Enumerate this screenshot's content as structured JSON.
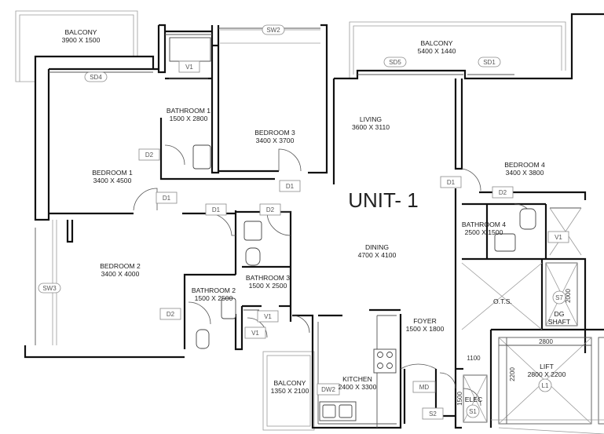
{
  "unit_title": "UNIT- 1",
  "rooms": [
    {
      "id": "balcony-nw",
      "name": "BALCONY",
      "size": "3900 X 1500"
    },
    {
      "id": "balcony-n",
      "name": "BALCONY",
      "size": "5400 X 1440"
    },
    {
      "id": "bathroom-1",
      "name": "BATHROOM 1",
      "size": "1500 X 2800"
    },
    {
      "id": "bedroom-3",
      "name": "BEDROOM 3",
      "size": "3400 X 3700"
    },
    {
      "id": "living",
      "name": "LIVING",
      "size": "3600 X 3110"
    },
    {
      "id": "bedroom-4",
      "name": "BEDROOM 4",
      "size": "3400 X 3800"
    },
    {
      "id": "bedroom-1",
      "name": "BEDROOM 1",
      "size": "3400 X 4500"
    },
    {
      "id": "bathroom-4",
      "name": "BATHROOM 4",
      "size": "2500 X 1500"
    },
    {
      "id": "dining",
      "name": "DINING",
      "size": "4700 X 4100"
    },
    {
      "id": "bedroom-2",
      "name": "BEDROOM 2",
      "size": "3400 X 4000"
    },
    {
      "id": "bathroom-3",
      "name": "BATHROOM 3",
      "size": "1500 X 2500"
    },
    {
      "id": "bathroom-2",
      "name": "BATHROOM 2",
      "size": "1500 X 2500"
    },
    {
      "id": "foyer",
      "name": "FOYER",
      "size": "1500 X 1800"
    },
    {
      "id": "kitchen",
      "name": "KITCHEN",
      "size": "2400 X 3300"
    },
    {
      "id": "balcony-s",
      "name": "BALCONY",
      "size": "1350 X 2100"
    },
    {
      "id": "lift",
      "name": "LIFT",
      "size": "2800 X 2200"
    }
  ],
  "spaces": {
    "ots": "O.T.S.",
    "dg_shaft_1": "DG",
    "dg_shaft_2": "SHAFT",
    "elec": "ELEC"
  },
  "tags": {
    "sw2": "SW2",
    "sd4": "SD4",
    "v1_a": "V1",
    "sd5": "SD5",
    "sd1": "SD1",
    "d2_a": "D2",
    "d1_a": "D1",
    "d1_b": "D1",
    "d1_c": "D1",
    "d1_d": "D1",
    "d2_b": "D2",
    "d2_c": "D2",
    "v1_b": "V1",
    "sw3": "SW3",
    "d2_d": "D2",
    "v1_c": "V1",
    "v1_d": "V1",
    "md": "MD",
    "dw2": "DW2",
    "s2": "S2"
  },
  "symbols": {
    "s7": "S7",
    "l1": "L1",
    "s1": "S1"
  },
  "dimensions": {
    "lift_width": "2800",
    "lift_height": "2200",
    "shaft_height": "2000",
    "foyer_width": "1100",
    "elec_height": "1500"
  }
}
